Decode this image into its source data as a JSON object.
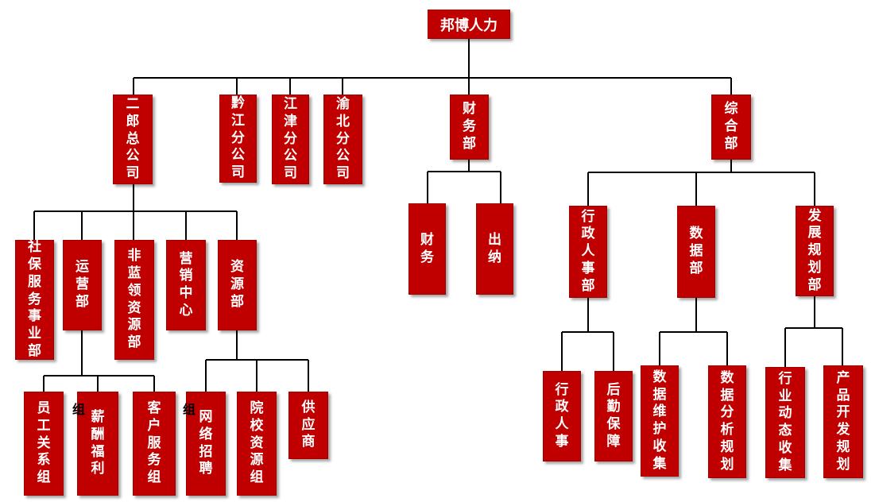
{
  "chart": {
    "root": "邦博人力",
    "level1": {
      "erlang": "二郎总公司",
      "qianjiang": "黔江分公司",
      "jiangjin": "江津分公司",
      "yubei": "渝北分公司",
      "caiwubu": "财务部",
      "zonghebu": "综合部"
    },
    "erlang_children": {
      "shebao": "社保服务事业部",
      "yunying": "运营部",
      "feilanling": "非蓝领资源部",
      "yingxiao": "营销中心",
      "ziyuan": "资源部"
    },
    "yunying_children": {
      "yuangong": "员工关系组",
      "xinchou": "薪酬福利",
      "kehu": "客户服务组"
    },
    "ziyuan_children": {
      "wangluo": "网络招聘",
      "yuanxiao": "院校资源组",
      "gongying": "供应商"
    },
    "caiwu_children": {
      "caiwu": "财务",
      "chuna": "出纳"
    },
    "zonghe_children": {
      "xingzheng": "行政人事部",
      "shuju": "数据部",
      "fazhan": "发展规划部"
    },
    "xingzheng_children": {
      "xzrs": "行政人事",
      "houqin": "后勤保障"
    },
    "shuju_children": {
      "weihu": "数据维护收集",
      "fenxi": "数据分析规划"
    },
    "fazhan_children": {
      "hangye": "行业动态收集",
      "chanpin": "产品开发规划"
    },
    "stray_prefix": "组"
  },
  "colors": {
    "node": "#c00000",
    "line": "#000000",
    "text": "#ffffff"
  }
}
